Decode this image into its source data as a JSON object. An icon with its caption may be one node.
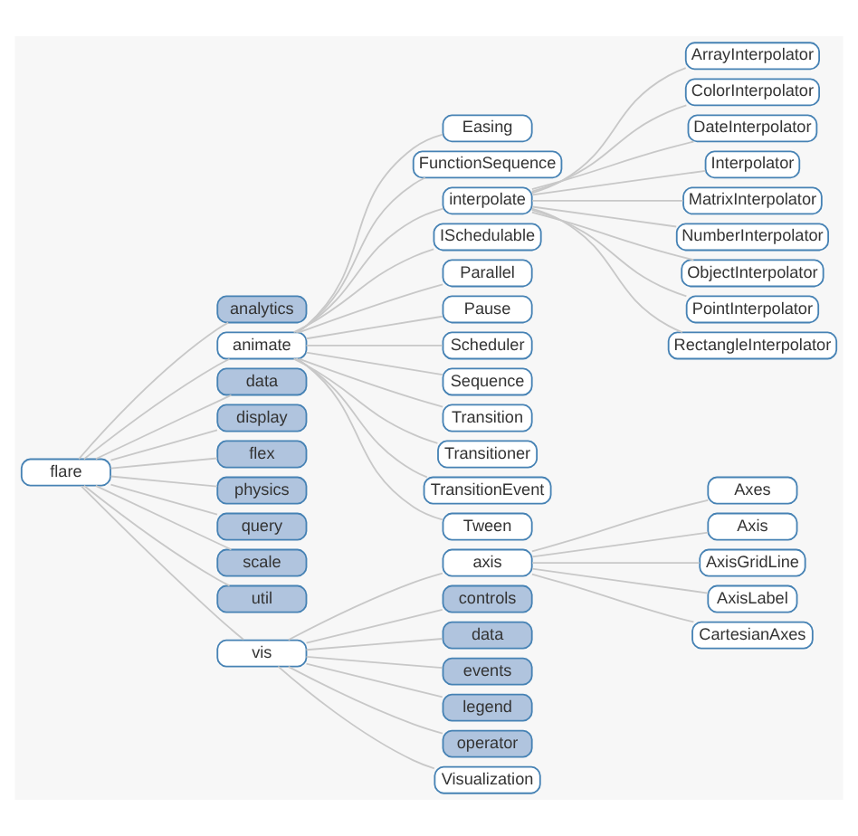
{
  "diagram": {
    "nodes": [
      {
        "text": [
          "flare"
        ]
      },
      {
        "text": [
          "analytics"
        ]
      },
      {
        "text": [
          "animate"
        ]
      },
      {
        "text": [
          "Easing"
        ]
      },
      {
        "text": [
          "FunctionSequence"
        ]
      },
      {
        "text": [
          "interpolate"
        ]
      },
      {
        "text": [
          "ArrayInterpolator"
        ]
      },
      {
        "text": [
          "ColorInterpolator"
        ]
      },
      {
        "text": [
          "DateInterpolator"
        ]
      },
      {
        "text": [
          "Interpolator"
        ]
      },
      {
        "text": [
          "MatrixInterpolator"
        ]
      },
      {
        "text": [
          "NumberInterpolator"
        ]
      },
      {
        "text": [
          "ObjectInterpolator"
        ]
      },
      {
        "text": [
          "PointInterpolator"
        ]
      },
      {
        "text": [
          "RectangleInterpolator"
        ]
      },
      {
        "text": [
          "ISchedulable"
        ]
      },
      {
        "text": [
          "Parallel"
        ]
      },
      {
        "text": [
          "Pause"
        ]
      },
      {
        "text": [
          "Scheduler"
        ]
      },
      {
        "text": [
          "Sequence"
        ]
      },
      {
        "text": [
          "Transition"
        ]
      },
      {
        "text": [
          "Transitioner"
        ]
      },
      {
        "text": [
          "TransitionEvent"
        ]
      },
      {
        "text": [
          "Tween"
        ]
      },
      {
        "text": [
          "data"
        ]
      },
      {
        "text": [
          "display"
        ]
      },
      {
        "text": [
          "flex"
        ]
      },
      {
        "text": [
          "physics"
        ]
      },
      {
        "text": [
          "query"
        ]
      },
      {
        "text": [
          "scale"
        ]
      },
      {
        "text": [
          "util"
        ]
      },
      {
        "text": [
          "vis"
        ]
      },
      {
        "text": [
          "axis"
        ]
      },
      {
        "text": [
          "Axes"
        ]
      },
      {
        "text": [
          "Axis"
        ]
      },
      {
        "text": [
          "AxisGridLine"
        ]
      },
      {
        "text": [
          "AxisLabel"
        ]
      },
      {
        "text": [
          "CartesianAxes"
        ]
      },
      {
        "text": [
          "controls"
        ]
      },
      {
        "text": [
          "data"
        ]
      },
      {
        "text": [
          "events"
        ]
      },
      {
        "text": [
          "legend"
        ]
      },
      {
        "text": [
          "operator"
        ]
      },
      {
        "text": [
          "Visualization"
        ]
      }
    ],
    "edges": [
      {
        "from": 0,
        "to": 1,
        "arrow": "none"
      },
      {
        "from": 0,
        "to": 2,
        "arrow": "none"
      },
      {
        "from": 2,
        "to": 3,
        "arrow": "none"
      },
      {
        "from": 2,
        "to": 4,
        "arrow": "none"
      },
      {
        "from": 2,
        "to": 5,
        "arrow": "none"
      },
      {
        "from": 5,
        "to": 6,
        "arrow": "none"
      },
      {
        "from": 5,
        "to": 7,
        "arrow": "none"
      },
      {
        "from": 5,
        "to": 8,
        "arrow": "none"
      },
      {
        "from": 5,
        "to": 9,
        "arrow": "none"
      },
      {
        "from": 5,
        "to": 10,
        "arrow": "none"
      },
      {
        "from": 5,
        "to": 11,
        "arrow": "none"
      },
      {
        "from": 5,
        "to": 12,
        "arrow": "none"
      },
      {
        "from": 5,
        "to": 13,
        "arrow": "none"
      },
      {
        "from": 5,
        "to": 14,
        "arrow": "none"
      },
      {
        "from": 2,
        "to": 15,
        "arrow": "none"
      },
      {
        "from": 2,
        "to": 16,
        "arrow": "none"
      },
      {
        "from": 2,
        "to": 17,
        "arrow": "none"
      },
      {
        "from": 2,
        "to": 18,
        "arrow": "none"
      },
      {
        "from": 2,
        "to": 19,
        "arrow": "none"
      },
      {
        "from": 2,
        "to": 20,
        "arrow": "none"
      },
      {
        "from": 2,
        "to": 21,
        "arrow": "none"
      },
      {
        "from": 2,
        "to": 22,
        "arrow": "none"
      },
      {
        "from": 2,
        "to": 23,
        "arrow": "none"
      },
      {
        "from": 0,
        "to": 24,
        "arrow": "none"
      },
      {
        "from": 0,
        "to": 25,
        "arrow": "none"
      },
      {
        "from": 0,
        "to": 26,
        "arrow": "none"
      },
      {
        "from": 0,
        "to": 27,
        "arrow": "none"
      },
      {
        "from": 0,
        "to": 28,
        "arrow": "none"
      },
      {
        "from": 0,
        "to": 29,
        "arrow": "none"
      },
      {
        "from": 0,
        "to": 30,
        "arrow": "none"
      },
      {
        "from": 0,
        "to": 31,
        "arrow": "none"
      },
      {
        "from": 31,
        "to": 32,
        "arrow": "none"
      },
      {
        "from": 32,
        "to": 33,
        "arrow": "none"
      },
      {
        "from": 32,
        "to": 34,
        "arrow": "none"
      },
      {
        "from": 32,
        "to": 35,
        "arrow": "none"
      },
      {
        "from": 32,
        "to": 36,
        "arrow": "none"
      },
      {
        "from": 32,
        "to": 37,
        "arrow": "none"
      },
      {
        "from": 31,
        "to": 38,
        "arrow": "none"
      },
      {
        "from": 31,
        "to": 39,
        "arrow": "none"
      },
      {
        "from": 31,
        "to": 40,
        "arrow": "none"
      },
      {
        "from": 31,
        "to": 41,
        "arrow": "none"
      },
      {
        "from": 31,
        "to": 42,
        "arrow": "none"
      },
      {
        "from": 31,
        "to": 43,
        "arrow": "none"
      }
    ]
  }
}
